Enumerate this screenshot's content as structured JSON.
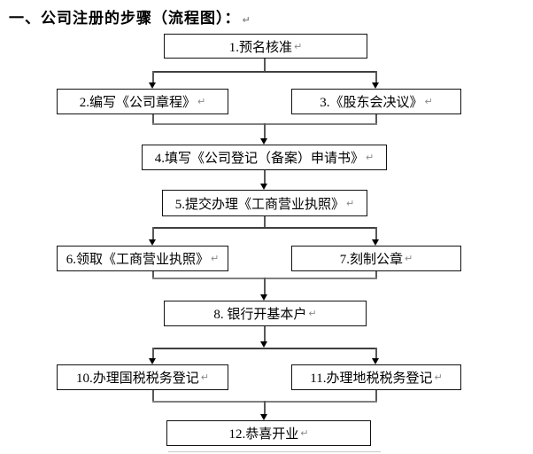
{
  "page": {
    "title": "一、公司注册的步骤（流程图）：",
    "return_mark": "↵"
  },
  "flowchart": {
    "nodes": [
      {
        "id": "step-1",
        "label": "1.预名核准"
      },
      {
        "id": "step-2",
        "label": "2.编写《公司章程》"
      },
      {
        "id": "step-3",
        "label": "3.《股东会决议》"
      },
      {
        "id": "step-4",
        "label": "4.填写《公司登记（备案）申请书》"
      },
      {
        "id": "step-5",
        "label": "5.提交办理《工商营业执照》"
      },
      {
        "id": "step-6",
        "label": "6.领取《工商营业执照》"
      },
      {
        "id": "step-7",
        "label": "7.刻制公章"
      },
      {
        "id": "step-8",
        "label": "8. 银行开基本户"
      },
      {
        "id": "step-10",
        "label": "10.办理国税税务登记"
      },
      {
        "id": "step-11",
        "label": "11.办理地税税务登记"
      },
      {
        "id": "step-12",
        "label": "12.恭喜开业"
      }
    ],
    "edges": [
      "1→2",
      "1→3",
      "2→4",
      "3→4",
      "4→5",
      "5→6",
      "5→7",
      "6→8",
      "7→8",
      "8→10",
      "8→11",
      "10→12",
      "11→12"
    ]
  },
  "colors": {
    "box_border": "#111111",
    "connector": "#595959",
    "merge_line": "#808080",
    "arrowhead": "#000000",
    "return_mark": "#8a8a8a"
  }
}
